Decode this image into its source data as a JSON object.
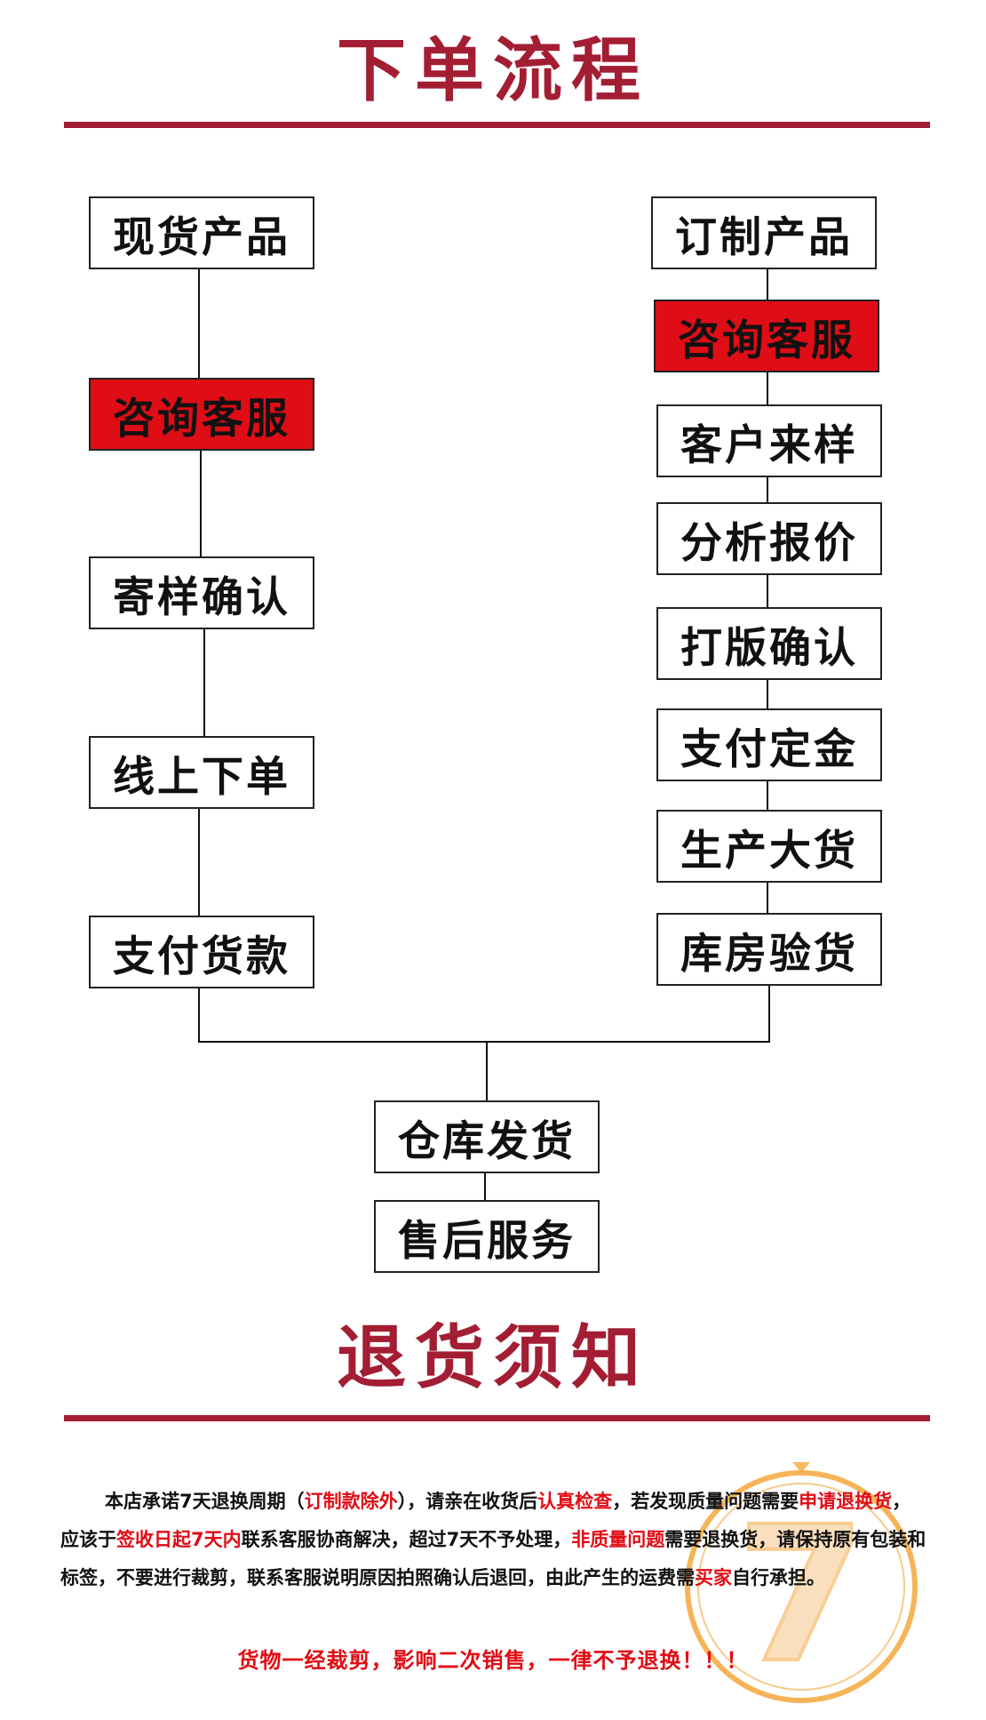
{
  "titles": {
    "order_flow": "下单流程",
    "return_notice": "退货须知"
  },
  "colors": {
    "title": "#a31d33",
    "highlight_box": "#df0d16",
    "highlight_text": "#e10b14",
    "badge": "#f4a73c"
  },
  "flow": {
    "stock": [
      "现货产品",
      "咨询客服",
      "寄样确认",
      "线上下单",
      "支付货款"
    ],
    "custom": [
      "订制产品",
      "咨询客服",
      "客户来样",
      "分析报价",
      "打版确认",
      "支付定金",
      "生产大货",
      "库房验货"
    ],
    "common": [
      "仓库发货",
      "售后服务"
    ]
  },
  "notice": {
    "p1": "本店承诺7天退换周期（",
    "p2": "订制款除外",
    "p3": "），请亲在收货后",
    "p4": "认真检查",
    "p5": "，若发现质量问题需要",
    "p6": "申请退换货",
    "p7": "，应该于",
    "p8": "签收日起7天内",
    "p9": "联系客服协商解决，超过7天不予处理，",
    "p10": "非质量问题",
    "p11": "需要退换货，请保持原有包装和标签，不要进行裁剪，联系客服说明原因拍照确认后退回，由此产生的运费需",
    "p12": "买家",
    "p13": "自行承担。",
    "final": "货物一经裁剪，影响二次销售，一律不予退换！！！"
  },
  "badge": {
    "icon": "seven-day-badge-icon",
    "number": "7"
  }
}
